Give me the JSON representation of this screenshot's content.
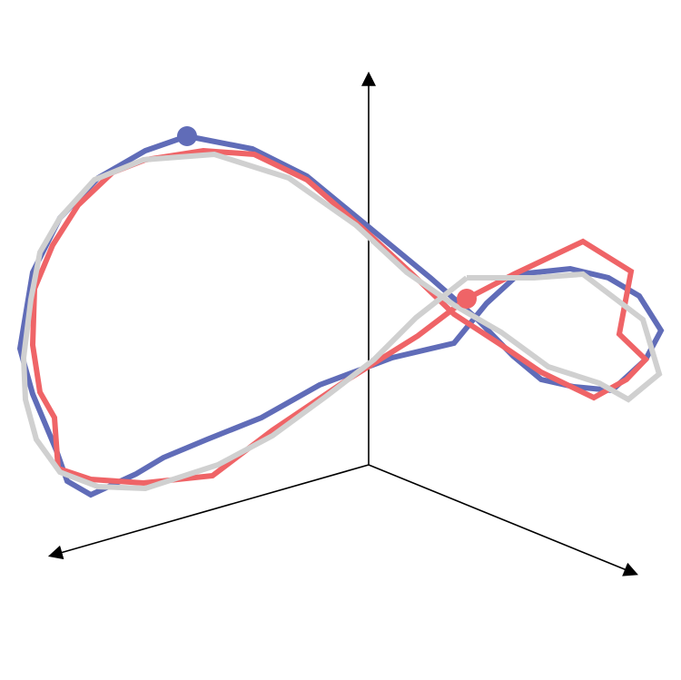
{
  "chart_data": {
    "type": "line",
    "projection": "3d",
    "title": "",
    "axes": {
      "count": 3,
      "arrowheads": true,
      "labels": [
        "",
        "",
        ""
      ],
      "color": "#000000"
    },
    "grid": false,
    "legend": "none",
    "series": [
      {
        "color": "#606cb8",
        "marker_index": 0,
        "points": [
          [
            206,
            150
          ],
          [
            278,
            164
          ],
          [
            338,
            194
          ],
          [
            406,
            250
          ],
          [
            474,
            306
          ],
          [
            524,
            350
          ],
          [
            565,
            392
          ],
          [
            596,
            418
          ],
          [
            632,
            426
          ],
          [
            674,
            430
          ],
          [
            711,
            396
          ],
          [
            728,
            364
          ],
          [
            704,
            326
          ],
          [
            670,
            306
          ],
          [
            628,
            296
          ],
          [
            571,
            302
          ],
          [
            536,
            334
          ],
          [
            500,
            378
          ],
          [
            432,
            394
          ],
          [
            352,
            424
          ],
          [
            288,
            460
          ],
          [
            228,
            484
          ],
          [
            180,
            504
          ],
          [
            150,
            522
          ],
          [
            100,
            545
          ],
          [
            74,
            530
          ],
          [
            62,
            496
          ],
          [
            36,
            434
          ],
          [
            22,
            384
          ],
          [
            36,
            300
          ],
          [
            66,
            240
          ],
          [
            108,
            196
          ],
          [
            160,
            166
          ],
          [
            206,
            150
          ]
        ]
      },
      {
        "color": "#ef6467",
        "marker_index": 0,
        "points": [
          [
            514,
            329
          ],
          [
            566,
            302
          ],
          [
            642,
            266
          ],
          [
            695,
            299
          ],
          [
            682,
            368
          ],
          [
            711,
            396
          ],
          [
            690,
            418
          ],
          [
            654,
            438
          ],
          [
            596,
            410
          ],
          [
            552,
            380
          ],
          [
            500,
            346
          ],
          [
            452,
            300
          ],
          [
            400,
            252
          ],
          [
            338,
            198
          ],
          [
            280,
            170
          ],
          [
            224,
            166
          ],
          [
            160,
            176
          ],
          [
            124,
            190
          ],
          [
            86,
            226
          ],
          [
            58,
            270
          ],
          [
            38,
            318
          ],
          [
            36,
            380
          ],
          [
            44,
            432
          ],
          [
            60,
            460
          ],
          [
            64,
            516
          ],
          [
            100,
            528
          ],
          [
            158,
            532
          ],
          [
            234,
            524
          ],
          [
            300,
            474
          ],
          [
            380,
            420
          ],
          [
            460,
            370
          ],
          [
            514,
            329
          ]
        ]
      },
      {
        "color": "#d0d0d0",
        "marker_index": null,
        "points": [
          [
            514,
            306
          ],
          [
            588,
            306
          ],
          [
            642,
            302
          ],
          [
            679,
            330
          ],
          [
            708,
            352
          ],
          [
            726,
            412
          ],
          [
            692,
            440
          ],
          [
            660,
            422
          ],
          [
            604,
            404
          ],
          [
            552,
            366
          ],
          [
            500,
            336
          ],
          [
            448,
            300
          ],
          [
            392,
            248
          ],
          [
            318,
            196
          ],
          [
            236,
            170
          ],
          [
            158,
            176
          ],
          [
            104,
            198
          ],
          [
            66,
            240
          ],
          [
            44,
            278
          ],
          [
            34,
            330
          ],
          [
            26,
            394
          ],
          [
            28,
            440
          ],
          [
            40,
            484
          ],
          [
            66,
            520
          ],
          [
            108,
            536
          ],
          [
            160,
            538
          ],
          [
            240,
            512
          ],
          [
            300,
            480
          ],
          [
            360,
            436
          ],
          [
            412,
            396
          ],
          [
            458,
            350
          ],
          [
            514,
            306
          ]
        ]
      }
    ]
  }
}
